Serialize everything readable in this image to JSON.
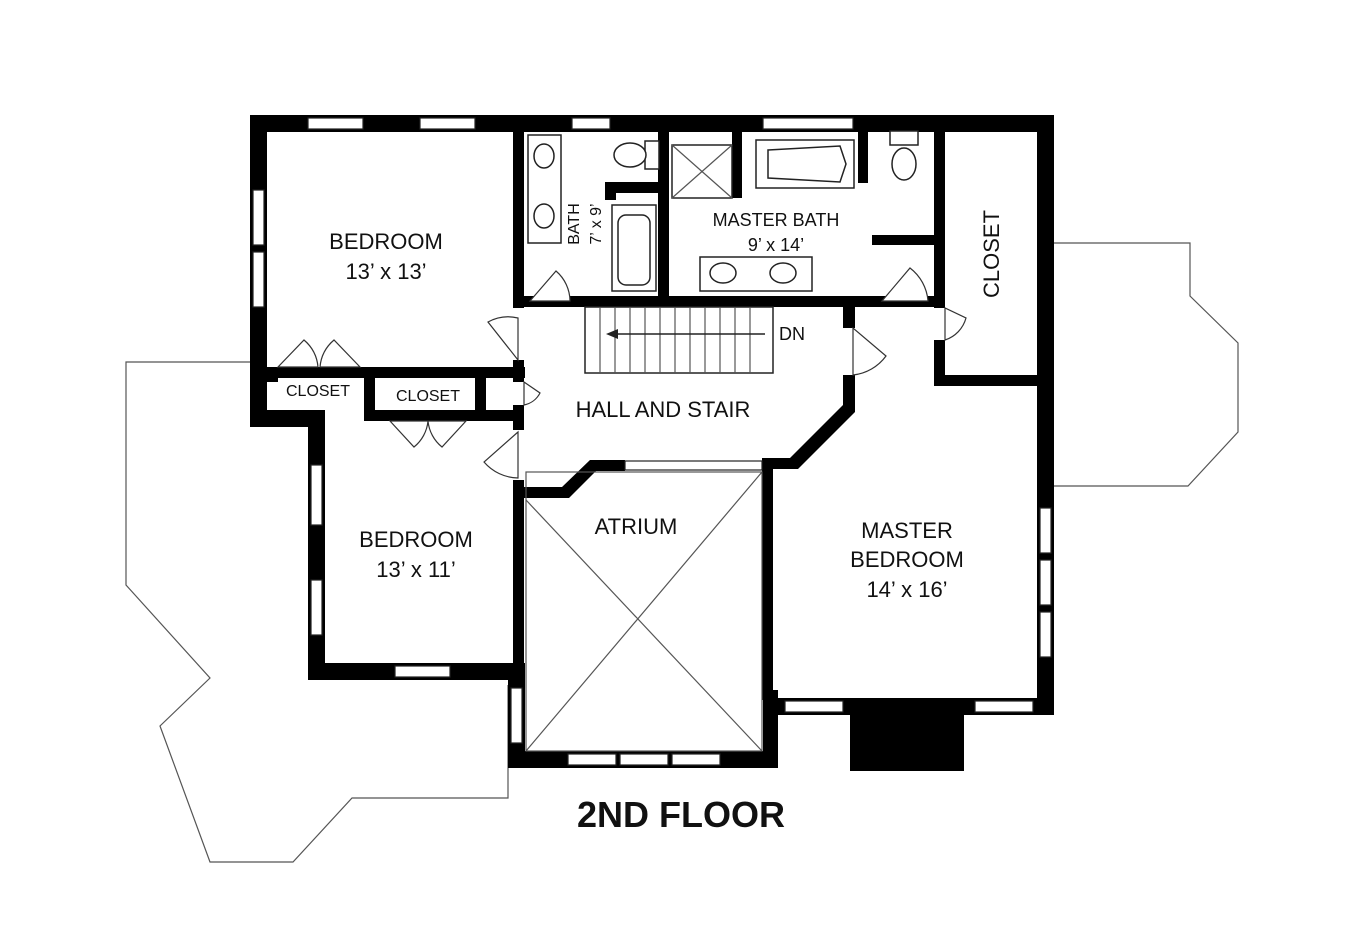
{
  "title": "2ND FLOOR",
  "rooms": {
    "bedroom1": {
      "name": "BEDROOM",
      "size": "13’ x 13’"
    },
    "bedroom2": {
      "name": "BEDROOM",
      "size": "13’ x 11’"
    },
    "closet1": {
      "name": "CLOSET"
    },
    "closet2": {
      "name": "CLOSET"
    },
    "bath": {
      "name": "BATH",
      "size": "7’ x 9’"
    },
    "master_bath": {
      "name": "MASTER BATH",
      "size": "9’ x 14’"
    },
    "master_closet": {
      "name": "CLOSET"
    },
    "hall": {
      "name": "HALL AND STAIR"
    },
    "stair_dir": "DN",
    "atrium": {
      "name": "ATRIUM"
    },
    "master_bedroom": {
      "line1": "MASTER",
      "line2": "BEDROOM",
      "size": "14’ x 16’"
    }
  },
  "colors": {
    "wall": "#000000",
    "background": "#ffffff",
    "outline": "#555555"
  }
}
